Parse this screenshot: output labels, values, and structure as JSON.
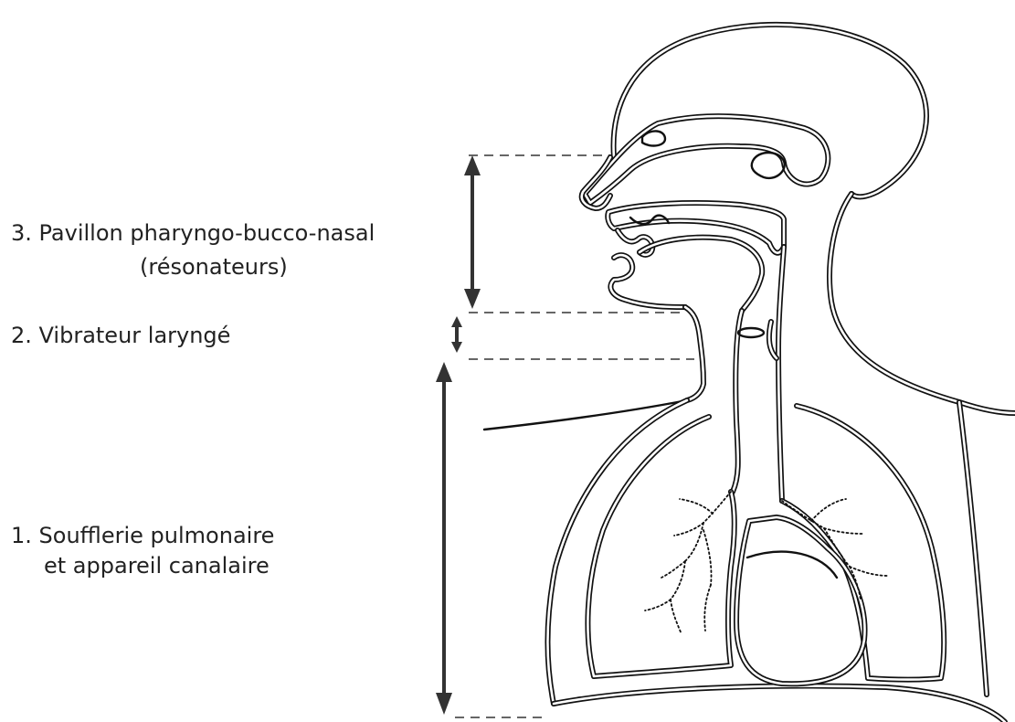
{
  "labels": {
    "level3_line1": "3. Pavillon pharyngo-bucco-nasal",
    "level3_line2": "(résonateurs)",
    "level2": "2. Vibrateur laryngé",
    "level1_line1": "1. Soufflerie pulmonaire",
    "level1_line2": "et appareil canalaire"
  },
  "colors": {
    "line": "#111111",
    "text": "#222222",
    "guide": "#666666"
  }
}
